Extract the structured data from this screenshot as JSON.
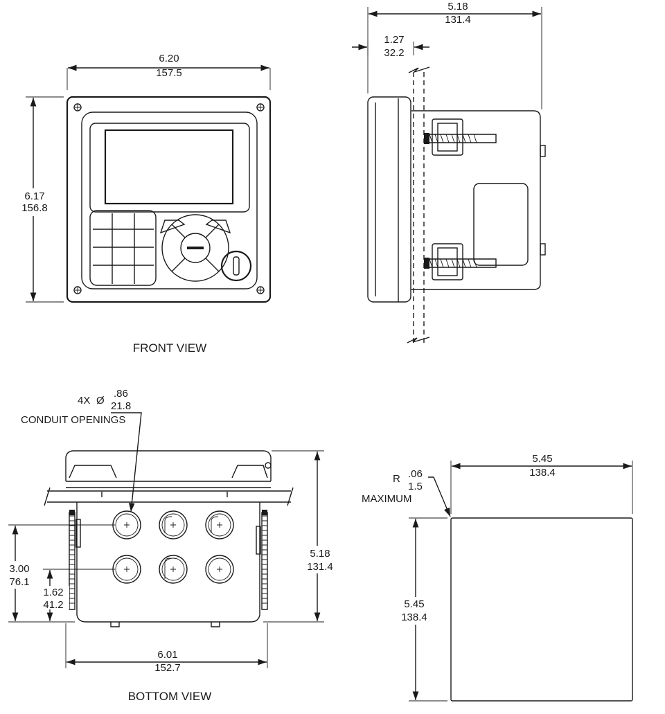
{
  "views": {
    "front": {
      "title": "FRONT VIEW",
      "width": [
        "6.20",
        "157.5"
      ],
      "height": [
        "6.17",
        "156.8"
      ]
    },
    "side": {
      "depth": [
        "5.18",
        "131.4"
      ],
      "bezel": [
        "1.27",
        "32.2"
      ]
    },
    "bottom": {
      "title": "BOTTOM VIEW",
      "conduit_note": [
        "4X",
        "Ø",
        ".86",
        "21.8",
        "CONDUIT OPENINGS"
      ],
      "height": [
        "5.18",
        "131.4"
      ],
      "row_spacing": [
        "3.00",
        "76.1"
      ],
      "row_offset": [
        "1.62",
        "41.2"
      ],
      "width": [
        "6.01",
        "152.7"
      ]
    },
    "cutout": {
      "radius_note": [
        "R",
        ".06",
        "1.5",
        "MAXIMUM"
      ],
      "width": [
        "5.45",
        "138.4"
      ],
      "height": [
        "5.45",
        "138.4"
      ]
    }
  }
}
